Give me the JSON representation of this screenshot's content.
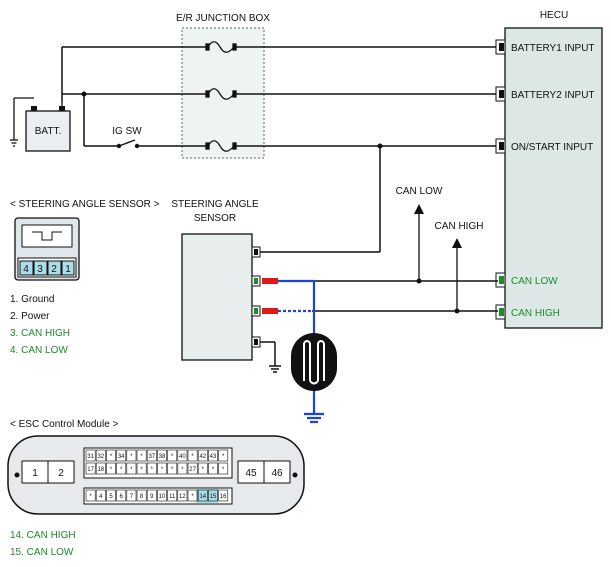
{
  "junction_box": {
    "title": "E/R JUNCTION BOX"
  },
  "battery": {
    "label": "BATT."
  },
  "ig_switch": {
    "label": "IG SW"
  },
  "hecu": {
    "title": "HECU",
    "inputs": [
      "BATTERY1 INPUT",
      "BATTERY2 INPUT",
      "ON/START INPUT"
    ],
    "can_low": "CAN LOW",
    "can_high": "CAN HIGH"
  },
  "bus_labels": {
    "can_low": "CAN LOW",
    "can_high": "CAN HIGH"
  },
  "sas_connector": {
    "title": "< STEERING ANGLE SENSOR >",
    "pins": [
      "4",
      "3",
      "2",
      "1"
    ],
    "legend": [
      "1. Ground",
      "2. Power",
      "3. CAN HIGH",
      "4. CAN LOW"
    ]
  },
  "sas_box": {
    "title_line1": "STEERING ANGLE",
    "title_line2": "SENSOR"
  },
  "esc": {
    "title": "< ESC Control Module >",
    "left_pins": [
      "1",
      "2"
    ],
    "right_pins": [
      "45",
      "46"
    ],
    "row1": [
      "31",
      "32",
      "*",
      "34",
      "*",
      "*",
      "37",
      "38",
      "*",
      "40",
      "*",
      "42",
      "43",
      "*"
    ],
    "row2": [
      "17",
      "18",
      "*",
      "*",
      "*",
      "*",
      "*",
      "*",
      "*",
      "*",
      "27",
      "*",
      "*",
      "*"
    ],
    "row3": [
      "*",
      "4",
      "5",
      "6",
      "7",
      "8",
      "9",
      "10",
      "11",
      "12",
      "*",
      "14",
      "15",
      "16"
    ],
    "legend": [
      "14. CAN HIGH",
      "15. CAN LOW"
    ]
  },
  "colors": {
    "line": "#111111",
    "can_green": "#1e8a2a",
    "shield_blue": "#1a44d6",
    "connector_red": "#e01818",
    "pin_blue_fill": "#a9dde8",
    "hecu_fill": "#dde8e6"
  }
}
